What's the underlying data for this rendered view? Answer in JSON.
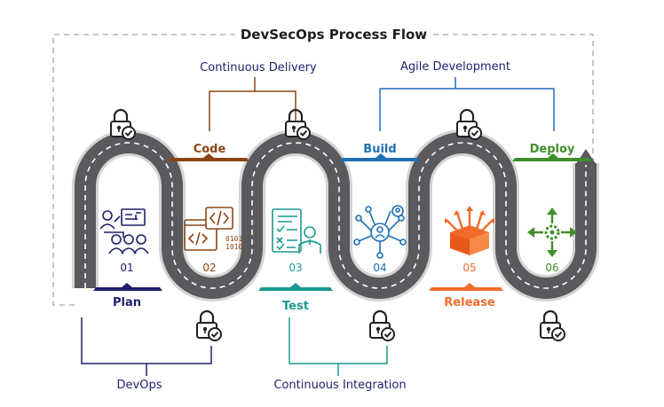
{
  "title": "DevSecOps Process Flow",
  "groups": {
    "continuous_delivery": "Continuous Delivery",
    "agile_development": "Agile Development",
    "devops": "DevOps",
    "continuous_integration": "Continuous Integration"
  },
  "stages": [
    {
      "label": "Plan",
      "number": "01",
      "color": "#1f1f6e",
      "icon": "planning-meeting-icon"
    },
    {
      "label": "Code",
      "number": "02",
      "color": "#8b4513",
      "icon": "code-window-icon"
    },
    {
      "label": "Test",
      "number": "03",
      "color": "#1a9a8e",
      "icon": "test-checklist-icon"
    },
    {
      "label": "Build",
      "number": "04",
      "color": "#1f6fb5",
      "icon": "network-user-icon"
    },
    {
      "label": "Release",
      "number": "05",
      "color": "#f26b2a",
      "icon": "release-box-icon"
    },
    {
      "label": "Deploy",
      "number": "06",
      "color": "#3f8f2a",
      "icon": "deploy-arrows-icon"
    }
  ],
  "colors": {
    "road": "#59595e",
    "road_edge": "#cfcfcf",
    "road_dash": "#ffffff",
    "frame": "#b5b5b5",
    "devops": "#1f1f6e",
    "continuous_delivery": "#8b4513",
    "agile_development": "#1f6fb5",
    "continuous_integration": "#1a9a8e"
  }
}
